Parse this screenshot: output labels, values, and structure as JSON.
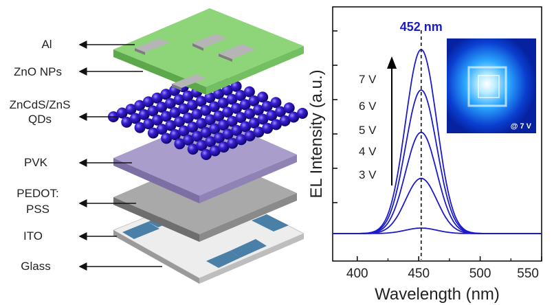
{
  "device_layers": {
    "labels": [
      {
        "key": "al",
        "line1": "Al",
        "line2": ""
      },
      {
        "key": "zno",
        "line1": "ZnO NPs",
        "line2": ""
      },
      {
        "key": "qds",
        "line1": "ZnCdS/ZnS",
        "line2": "QDs"
      },
      {
        "key": "pvk",
        "line1": "PVK",
        "line2": ""
      },
      {
        "key": "pedot",
        "line1": "PEDOT:",
        "line2": "PSS"
      },
      {
        "key": "ito",
        "line1": "ITO",
        "line2": ""
      },
      {
        "key": "glass",
        "line1": "Glass",
        "line2": ""
      }
    ],
    "colors": {
      "al": "#b3b3b3",
      "zno": "#8ed57a",
      "qds": "#3a1fd0",
      "pvk": "#a79ac9",
      "pedot": "#a6a6a6",
      "ito": "#4a7fa7",
      "glass": "#e6e6e6"
    }
  },
  "chart_data": {
    "type": "line",
    "xlabel": "Wavelength (nm)",
    "ylabel": "EL Intensity (a.u.)",
    "xlim": [
      380,
      550
    ],
    "xticks": [
      400,
      450,
      500,
      550
    ],
    "y_ticks_labeled": false,
    "peak_label": "452 nm",
    "peak_wavelength": 452,
    "fwhm_nm": 30,
    "voltages": [
      "7 V",
      "6 V",
      "5 V",
      "4 V",
      "3 V"
    ],
    "series": [
      {
        "name": "7 V",
        "peak_intensity": 1.0
      },
      {
        "name": "6 V",
        "peak_intensity": 0.78
      },
      {
        "name": "5 V",
        "peak_intensity": 0.55
      },
      {
        "name": "4 V",
        "peak_intensity": 0.3
      },
      {
        "name": "3 V",
        "peak_intensity": 0.03
      }
    ],
    "line_color": "#1a1ac8",
    "inset_label": "@ 7 V",
    "inset_color": "#0a2fb0"
  }
}
